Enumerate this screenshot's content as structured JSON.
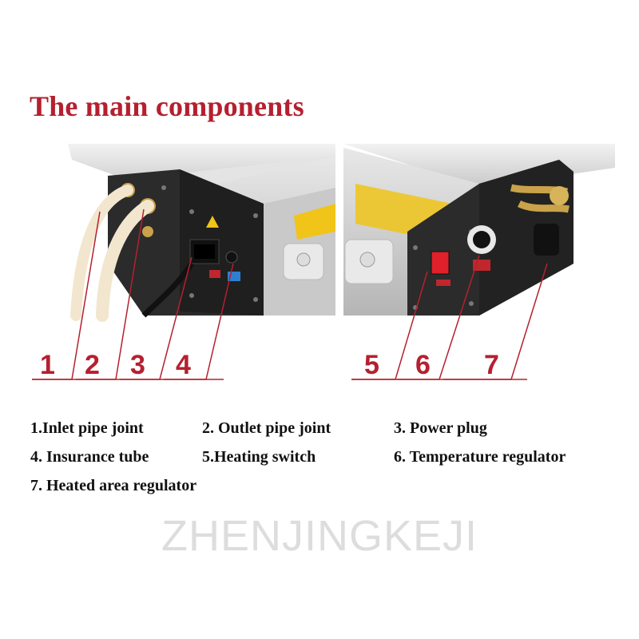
{
  "title": "The main components",
  "callouts": [
    "1",
    "2",
    "3",
    "4",
    "5",
    "6",
    "7"
  ],
  "legend": [
    [
      "1.Inlet pipe joint",
      "2. Outlet pipe joint",
      "3. Power plug"
    ],
    [
      "4. Insurance tube",
      "5.Heating switch",
      "6. Temperature regulator"
    ],
    [
      "7. Heated area regulator"
    ]
  ],
  "watermark": "ZHENJINGKEJI",
  "colors": {
    "accent": "#b5202f",
    "machine_body": "#2b2b2b",
    "housing": "#d9d9d9"
  }
}
